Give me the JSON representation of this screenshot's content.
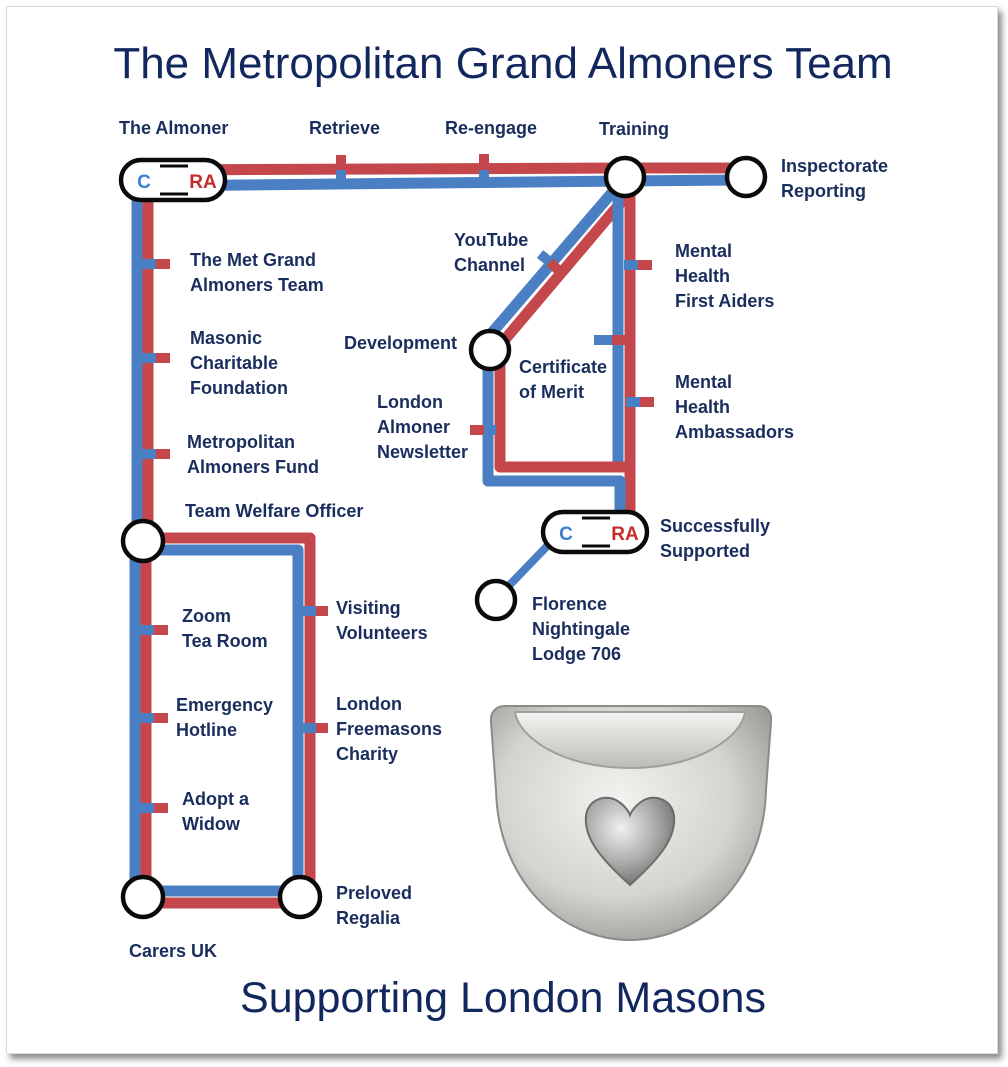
{
  "title": "The Metropolitan Grand Almoners Team",
  "subtitle": "Supporting London Masons",
  "interchange": {
    "left_letter": "C",
    "right_letter": "RA"
  },
  "colors": {
    "line_red": "#c4484b",
    "line_blue": "#4a7fc3",
    "text": "#1a2e5e"
  },
  "labels": {
    "the_almoner": "The Almoner",
    "retrieve": "Retrieve",
    "reengage": "Re-engage",
    "training": "Training",
    "inspectorate": [
      "Inspectorate",
      "Reporting"
    ],
    "met_grand_almoners": [
      "The Met Grand",
      "Almoners Team"
    ],
    "masonic_charitable": [
      "Masonic",
      "Charitable",
      "Foundation"
    ],
    "metropolitan_fund": [
      "Metropolitan",
      "Almoners Fund"
    ],
    "team_welfare": "Team Welfare Officer",
    "youtube": [
      "YouTube",
      "Channel"
    ],
    "development": "Development",
    "certificate": [
      "Certificate",
      "of Merit"
    ],
    "london_newsletter": [
      "London",
      "Almoner",
      "Newsletter"
    ],
    "mh_first_aiders": [
      "Mental",
      "Health",
      "First Aiders"
    ],
    "mh_ambassadors": [
      "Mental",
      "Health",
      "Ambassadors"
    ],
    "successfully_supported": [
      "Successfully",
      "Supported"
    ],
    "florence": [
      "Florence",
      "Nightingale",
      "Lodge 706"
    ],
    "zoom": [
      "Zoom",
      "Tea Room"
    ],
    "emergency": [
      "Emergency",
      "Hotline"
    ],
    "adopt": [
      "Adopt a",
      "Widow"
    ],
    "visiting": [
      "Visiting",
      "Volunteers"
    ],
    "lfc": [
      "London",
      "Freemasons",
      "Charity"
    ],
    "preloved": [
      "Preloved",
      "Regalia"
    ],
    "carers": "Carers UK"
  }
}
